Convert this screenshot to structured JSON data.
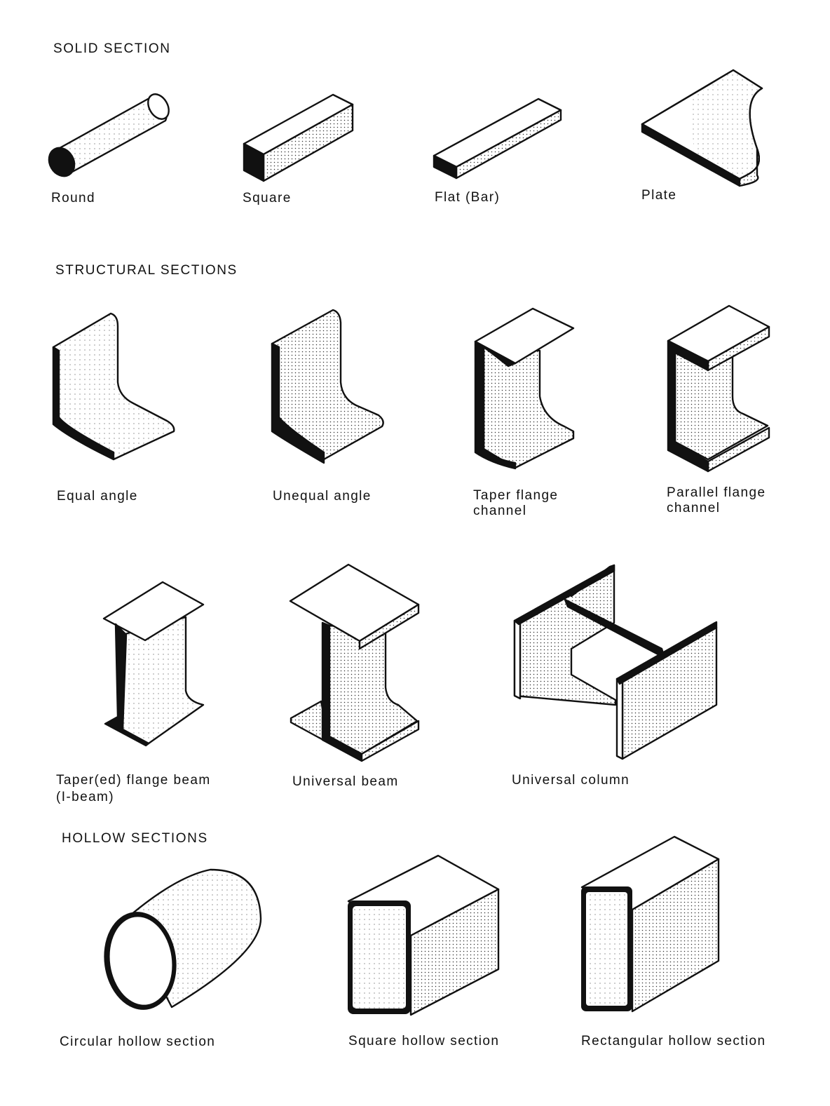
{
  "sections": [
    {
      "heading": "SOLID SECTION",
      "items": [
        {
          "label": "Round",
          "icon": "round-bar-icon"
        },
        {
          "label": "Square",
          "icon": "square-bar-icon"
        },
        {
          "label": "Flat (Bar)",
          "icon": "flat-bar-icon"
        },
        {
          "label": "Plate",
          "icon": "plate-icon"
        }
      ]
    },
    {
      "heading": "STRUCTURAL SECTIONS",
      "items": [
        {
          "label": "Equal angle",
          "icon": "equal-angle-icon"
        },
        {
          "label": "Unequal angle",
          "icon": "unequal-angle-icon"
        },
        {
          "label_line1": "Taper flange",
          "label_line2": "channel",
          "icon": "taper-flange-channel-icon"
        },
        {
          "label_line1": "Parallel flange",
          "label_line2": "channel",
          "icon": "parallel-flange-channel-icon"
        },
        {
          "label_line1": "Taper(ed) flange beam",
          "label_line2": "(I-beam)",
          "icon": "tapered-flange-beam-icon"
        },
        {
          "label": "Universal beam",
          "icon": "universal-beam-icon"
        },
        {
          "label": "Universal column",
          "icon": "universal-column-icon"
        }
      ]
    },
    {
      "heading": "HOLLOW SECTIONS",
      "items": [
        {
          "label": "Circular hollow section",
          "icon": "circular-hollow-section-icon"
        },
        {
          "label": "Square hollow section",
          "icon": "square-hollow-section-icon"
        },
        {
          "label": "Rectangular hollow section",
          "icon": "rectangular-hollow-section-icon"
        }
      ]
    }
  ],
  "colors": {
    "ink": "#111111",
    "paper": "#ffffff",
    "shade": "#e6e6e6"
  }
}
